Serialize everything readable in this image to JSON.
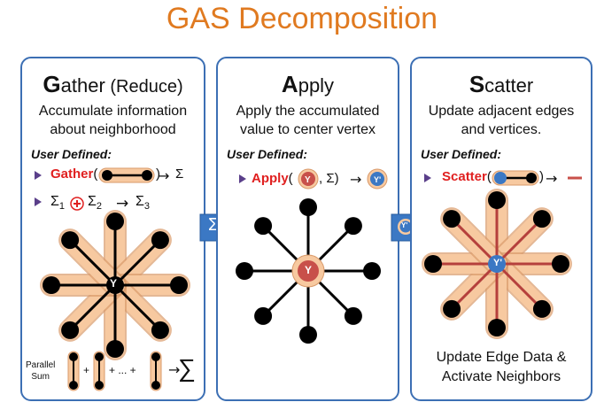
{
  "title": "GAS Decomposition",
  "gather": {
    "initial": "G",
    "rest": "ather",
    "suffix": "(Reduce)",
    "desc_line1": "Accumulate information",
    "desc_line2": "about neighborhood",
    "user_defined": "User Defined:",
    "func_name": "Gather",
    "func_result": "Σ",
    "sum_a": "Σ",
    "sum_a_sub": "1",
    "sum_b": "Σ",
    "sum_b_sub": "2",
    "sum_c": "Σ",
    "sum_c_sub": "3",
    "center_label": "Y",
    "parallel_line1": "Parallel",
    "parallel_line2": "Sum",
    "plus": "+",
    "ellipsis": "+ ... +",
    "big_sigma": "∑"
  },
  "apply": {
    "initial": "A",
    "rest": "pply",
    "desc_line1": "Apply the accumulated",
    "desc_line2": "value to center vertex",
    "user_defined": "User Defined:",
    "func_name": "Apply",
    "func_args": ", Σ)",
    "center_label": "Y"
  },
  "scatter": {
    "initial": "S",
    "rest": "catter",
    "desc_line1": "Update adjacent edges",
    "desc_line2": "and vertices.",
    "user_defined": "User Defined:",
    "func_name": "Scatter",
    "center_label": "Y'",
    "foot_line1": "Update Edge Data &",
    "foot_line2": "Activate Neighbors"
  },
  "arrows": {
    "first_symbol": "Σ",
    "second_symbol": "Y'"
  },
  "colors": {
    "title": "#e07a20",
    "border": "#3c6fb4",
    "func_red": "#e02020",
    "edge_fill": "#f7c9a0",
    "vertex_red": "#c8504a",
    "arrow_blue": "#3b78c4"
  }
}
